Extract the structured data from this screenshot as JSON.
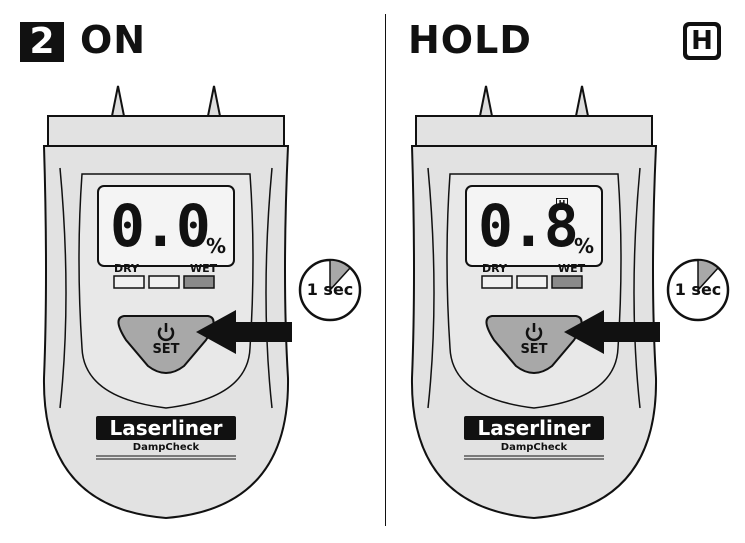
{
  "step": {
    "number": "2",
    "on_label": "ON",
    "hold_label": "HOLD",
    "hold_badge": "H"
  },
  "left_device": {
    "display_value": "0.0",
    "unit": "%",
    "scale_dry": "DRY",
    "scale_wet": "WET",
    "set_label": "SET",
    "brand": "Laserliner",
    "model": "DampCheck"
  },
  "right_device": {
    "display_value": "0.8",
    "unit": "%",
    "hold_indicator": "H",
    "scale_dry": "DRY",
    "scale_wet": "WET",
    "set_label": "SET",
    "brand": "Laserliner",
    "model": "DampCheck"
  },
  "timer_label": "1 sec",
  "colors": {
    "body": "#e2e2e2",
    "pad": "#a8a8a8",
    "screen": "#f4f4f4",
    "wet_bar": "#8a8a8a"
  }
}
